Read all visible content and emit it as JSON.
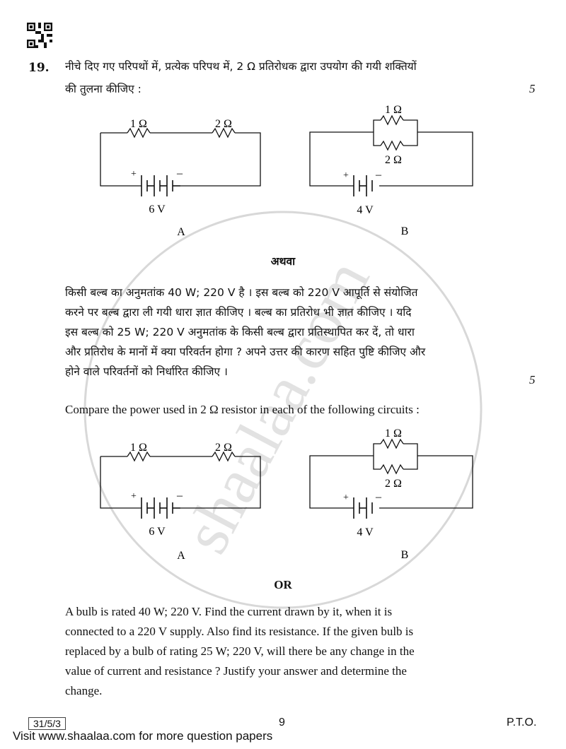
{
  "question": {
    "number": "19.",
    "hindi_main_line1": "नीचे दिए गए परिपथों में, प्रत्येक परिपथ में, 2 Ω प्रतिरोधक द्वारा उपयोग की गयी शक्तियों",
    "hindi_main_line2": "की तुलना कीजिए :",
    "marks_main": "5",
    "circuitA": {
      "r1": "1 Ω",
      "r2": "2 Ω",
      "battery": "6 V",
      "caption": "A",
      "plus": "+",
      "minus": "–"
    },
    "circuitB": {
      "r1": "1 Ω",
      "r2": "2 Ω",
      "battery": "4 V",
      "caption": "B",
      "plus": "+",
      "minus": "–"
    },
    "hindi_or": "अथवा",
    "hindi_alt_lines": [
      "किसी बल्ब का अनुमतांक 40 W; 220 V है । इस बल्ब को 220 V आपूर्ति से संयोजित",
      "करने पर बल्ब द्वारा ली गयी धारा ज्ञात कीजिए । बल्ब का प्रतिरोध भी ज्ञात कीजिए । यदि",
      "इस बल्ब को 25 W; 220 V अनुमतांक के किसी बल्ब द्वारा प्रतिस्थापित कर दें, तो धारा",
      "और प्रतिरोध के मानों में क्या परिवर्तन होगा ? अपने उत्तर की कारण सहित पुष्टि कीजिए और",
      "होने वाले परिवर्तनों को निर्धारित कीजिए ।"
    ],
    "marks_alt": "5",
    "english_main": "Compare the power used in 2 Ω resistor in each of the following circuits :",
    "english_or": "OR",
    "english_alt_lines": [
      "A bulb is rated 40 W; 220 V. Find the current drawn by it, when it is",
      "connected to a 220 V supply. Also find its resistance. If the given bulb is",
      "replaced by a bulb of rating 25 W; 220 V, will there be any change in the",
      "value of current and resistance ? Justify your answer and determine the",
      "change."
    ]
  },
  "footer": {
    "code": "31/5/3",
    "page": "9",
    "pto": "P.T.O.",
    "visit": "Visit www.shaalaa.com for more question papers"
  },
  "watermark": {
    "text": "shaalaa.com"
  },
  "icons": {
    "qr": "qr-code-icon"
  }
}
